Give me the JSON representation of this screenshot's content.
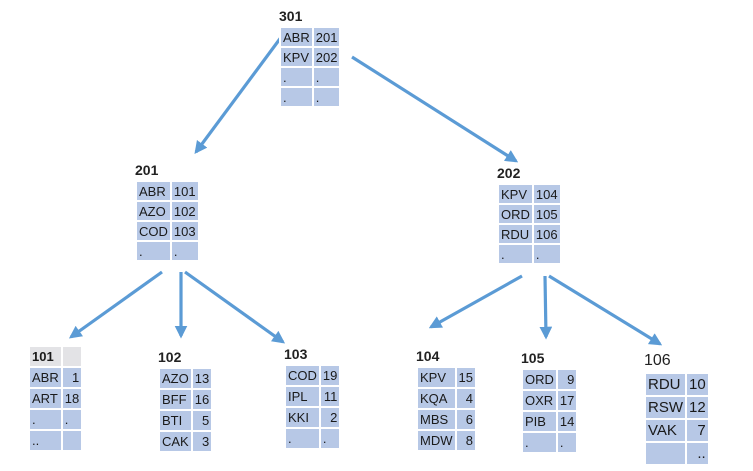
{
  "diagram": {
    "type": "b-tree",
    "edge_color": "#5b9bd5",
    "cell_color": "#b7c8e6",
    "nodes": [
      {
        "id": "301",
        "title": "301",
        "rows": [
          [
            "ABR",
            "201"
          ],
          [
            "KPV",
            "202"
          ],
          [
            ".",
            "."
          ],
          [
            ".",
            "."
          ]
        ]
      },
      {
        "id": "201",
        "title": "201",
        "rows": [
          [
            "ABR",
            "101"
          ],
          [
            "AZO",
            "102"
          ],
          [
            "COD",
            "103"
          ],
          [
            ".",
            "."
          ]
        ]
      },
      {
        "id": "202",
        "title": "202",
        "rows": [
          [
            "KPV",
            "104"
          ],
          [
            "ORD",
            "105"
          ],
          [
            "RDU",
            "106"
          ],
          [
            ".",
            "."
          ]
        ]
      },
      {
        "id": "101",
        "title": "101",
        "rows": [
          [
            "ABR",
            "1"
          ],
          [
            "ART",
            "18"
          ],
          [
            ".",
            "."
          ],
          [
            "..",
            ""
          ]
        ]
      },
      {
        "id": "102",
        "title": "102",
        "rows": [
          [
            "AZO",
            "13"
          ],
          [
            "BFF",
            "16"
          ],
          [
            "BTI",
            "5"
          ],
          [
            "CAK",
            "3"
          ]
        ]
      },
      {
        "id": "103",
        "title": "103",
        "rows": [
          [
            "COD",
            "19"
          ],
          [
            "IPL",
            "11"
          ],
          [
            "KKI",
            "2"
          ],
          [
            ".",
            "."
          ]
        ]
      },
      {
        "id": "104",
        "title": "104",
        "rows": [
          [
            "KPV",
            "15"
          ],
          [
            "KQA",
            "4"
          ],
          [
            "MBS",
            "6"
          ],
          [
            "MDW",
            "8"
          ]
        ]
      },
      {
        "id": "105",
        "title": "105",
        "rows": [
          [
            "ORD",
            "9"
          ],
          [
            "OXR",
            "17"
          ],
          [
            "PIB",
            "14"
          ],
          [
            ".",
            "."
          ]
        ]
      },
      {
        "id": "106",
        "title": "106",
        "rows": [
          [
            "RDU",
            "10"
          ],
          [
            "RSW",
            "12"
          ],
          [
            "VAK",
            "7"
          ],
          [
            "",
            ".."
          ]
        ]
      }
    ],
    "edges": [
      {
        "from": "301",
        "to": "201"
      },
      {
        "from": "301",
        "to": "202"
      },
      {
        "from": "201",
        "to": "101"
      },
      {
        "from": "201",
        "to": "102"
      },
      {
        "from": "201",
        "to": "103"
      },
      {
        "from": "202",
        "to": "104"
      },
      {
        "from": "202",
        "to": "105"
      },
      {
        "from": "202",
        "to": "106"
      }
    ]
  }
}
